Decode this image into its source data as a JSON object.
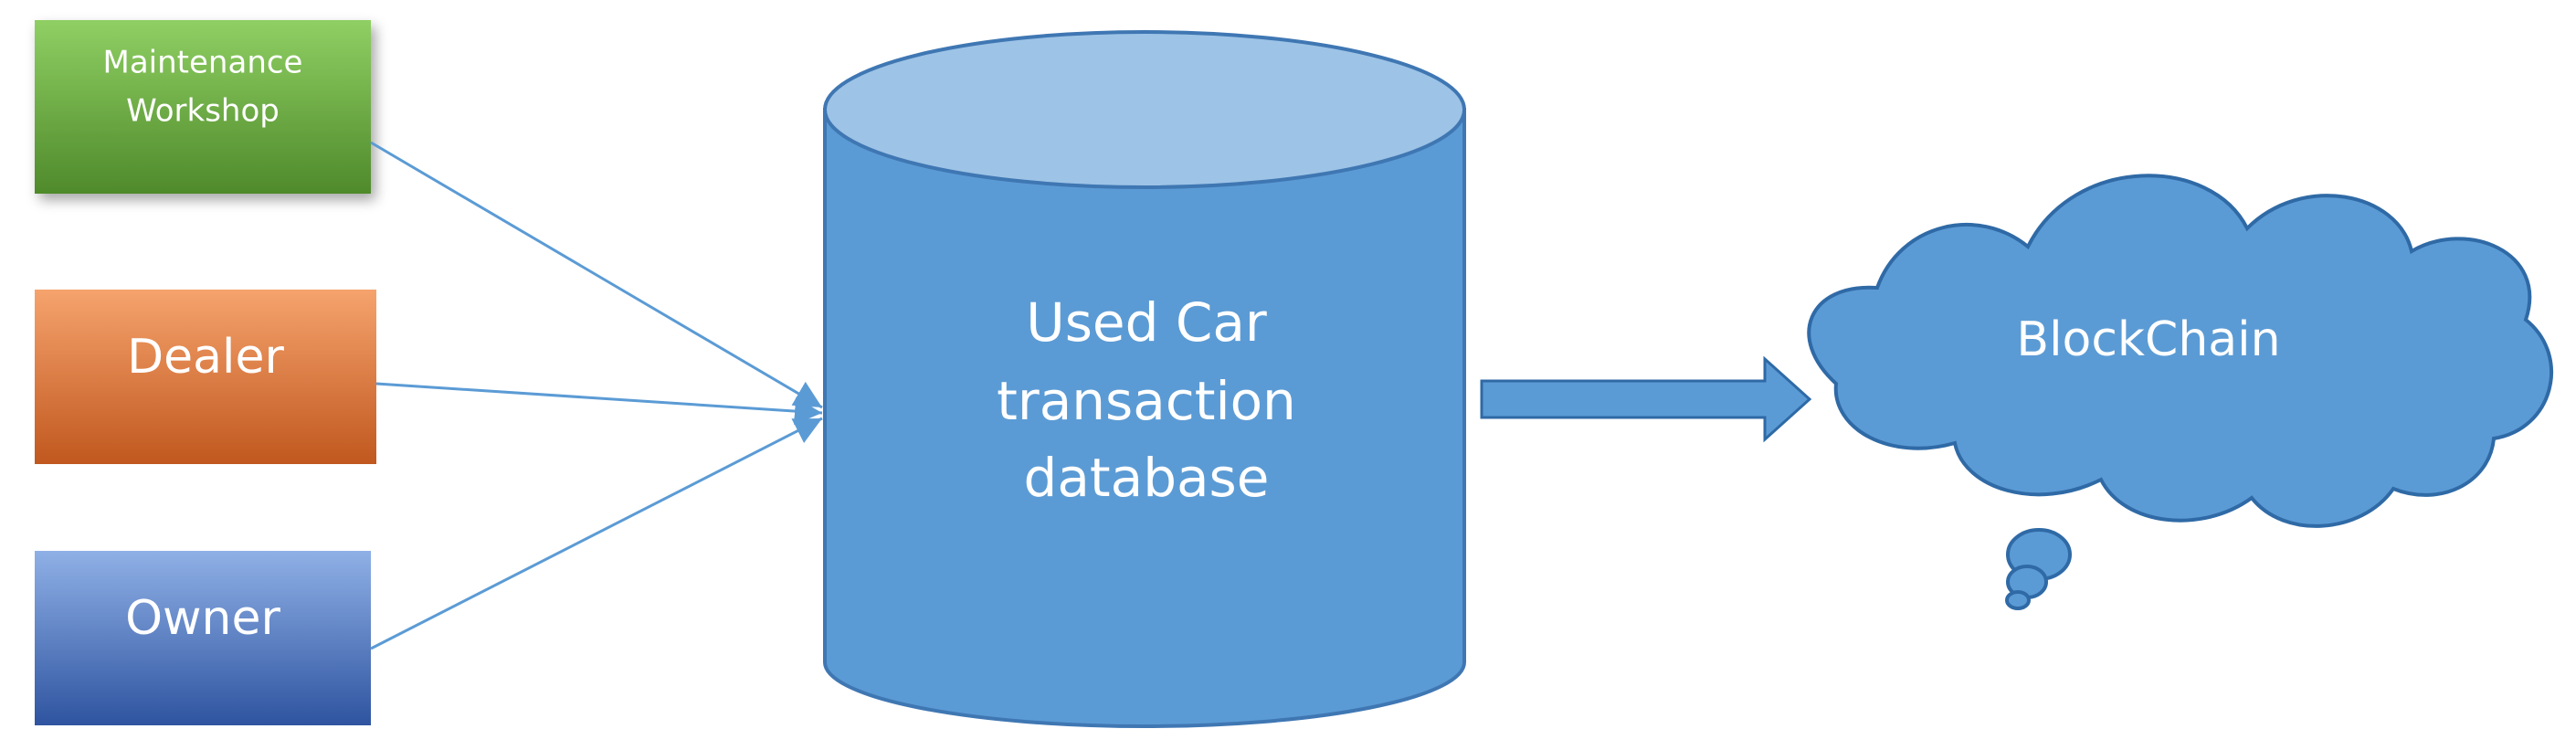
{
  "actors": [
    {
      "id": "maintenance",
      "lines": [
        "Maintenance",
        "Workshop"
      ]
    },
    {
      "id": "dealer",
      "lines": [
        "Dealer"
      ]
    },
    {
      "id": "owner",
      "lines": [
        "Owner"
      ]
    }
  ],
  "database": {
    "lines": [
      "Used Car",
      "transaction",
      "database"
    ]
  },
  "blockchain": {
    "label": "BlockChain"
  },
  "colors": {
    "maintenance_top": "#8fcf63",
    "maintenance_bottom": "#4f8a2b",
    "dealer_top": "#f6a36d",
    "dealer_bottom": "#c0581f",
    "owner_top": "#8fb0e6",
    "owner_bottom": "#2f54a0",
    "database_body": "#5b9bd5",
    "database_top": "#9dc3e6",
    "database_stroke": "#3f77b3",
    "cloud_fill": "#5b9bd5",
    "cloud_stroke": "#2f6aa6",
    "connector": "#5b9bd5",
    "arrow_fill": "#5b9bd5",
    "arrow_stroke": "#2f6aa6"
  }
}
